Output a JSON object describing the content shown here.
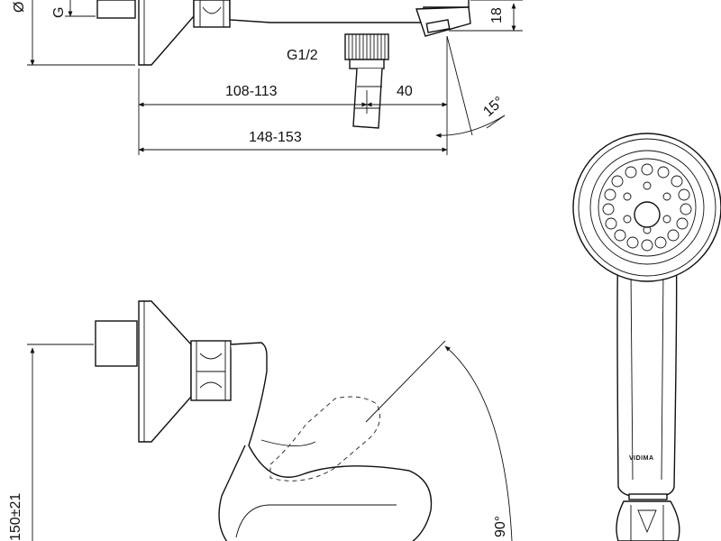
{
  "dimensions": {
    "thread_g12": "G1/2",
    "span_108_113": "108-113",
    "span_40": "40",
    "span_148_153": "148-153",
    "angle_15": "15°",
    "dim_18": "18",
    "side_g": "G",
    "side_phi": "Ø",
    "angle_90": "90°",
    "height_150": "150±21"
  },
  "handshower": {
    "brand": "VIDIMA"
  }
}
